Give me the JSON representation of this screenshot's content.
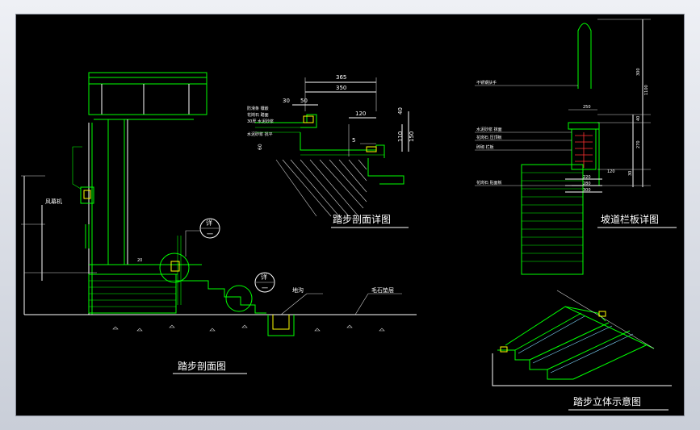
{
  "titles": {
    "section": "踏步剖面图",
    "step_detail": "踏步剖面详图",
    "rail_detail": "坡道栏板详图",
    "isometric": "踏步立体示意图"
  },
  "callouts": {
    "detail_1": "详",
    "detail_1_sub": "一",
    "detail_2": "详",
    "detail_2_sub": "一"
  },
  "section_notes": {
    "fan": "风幕机",
    "ditch": "地沟",
    "base": "毛石垫层",
    "span": "20"
  },
  "step_dims": {
    "d365": "365",
    "d350": "350",
    "d30": "30",
    "d50": "50",
    "d120": "120",
    "d40": "40",
    "d110": "110",
    "d150": "150",
    "d5": "5",
    "d60": "60"
  },
  "step_notes": {
    "n1": "防滑条 镶嵌",
    "n2": "花岗石 踏面",
    "n3": "30厚 水泥砂浆",
    "n4": "水泥砂浆 找平"
  },
  "rail_dims": {
    "d300a": "300",
    "d1100": "1100",
    "d40": "40",
    "d270": "270",
    "d30": "30",
    "d120": "120",
    "d250": "250",
    "d220": "220",
    "d280": "280",
    "d300b": "300"
  },
  "rail_notes": {
    "n1": "不锈钢扶手",
    "n2": "水泥砂浆 抹面",
    "n3": "花岗石 压顶板",
    "n4": "砖砌 栏板",
    "n5": "花岗石 贴面板"
  }
}
